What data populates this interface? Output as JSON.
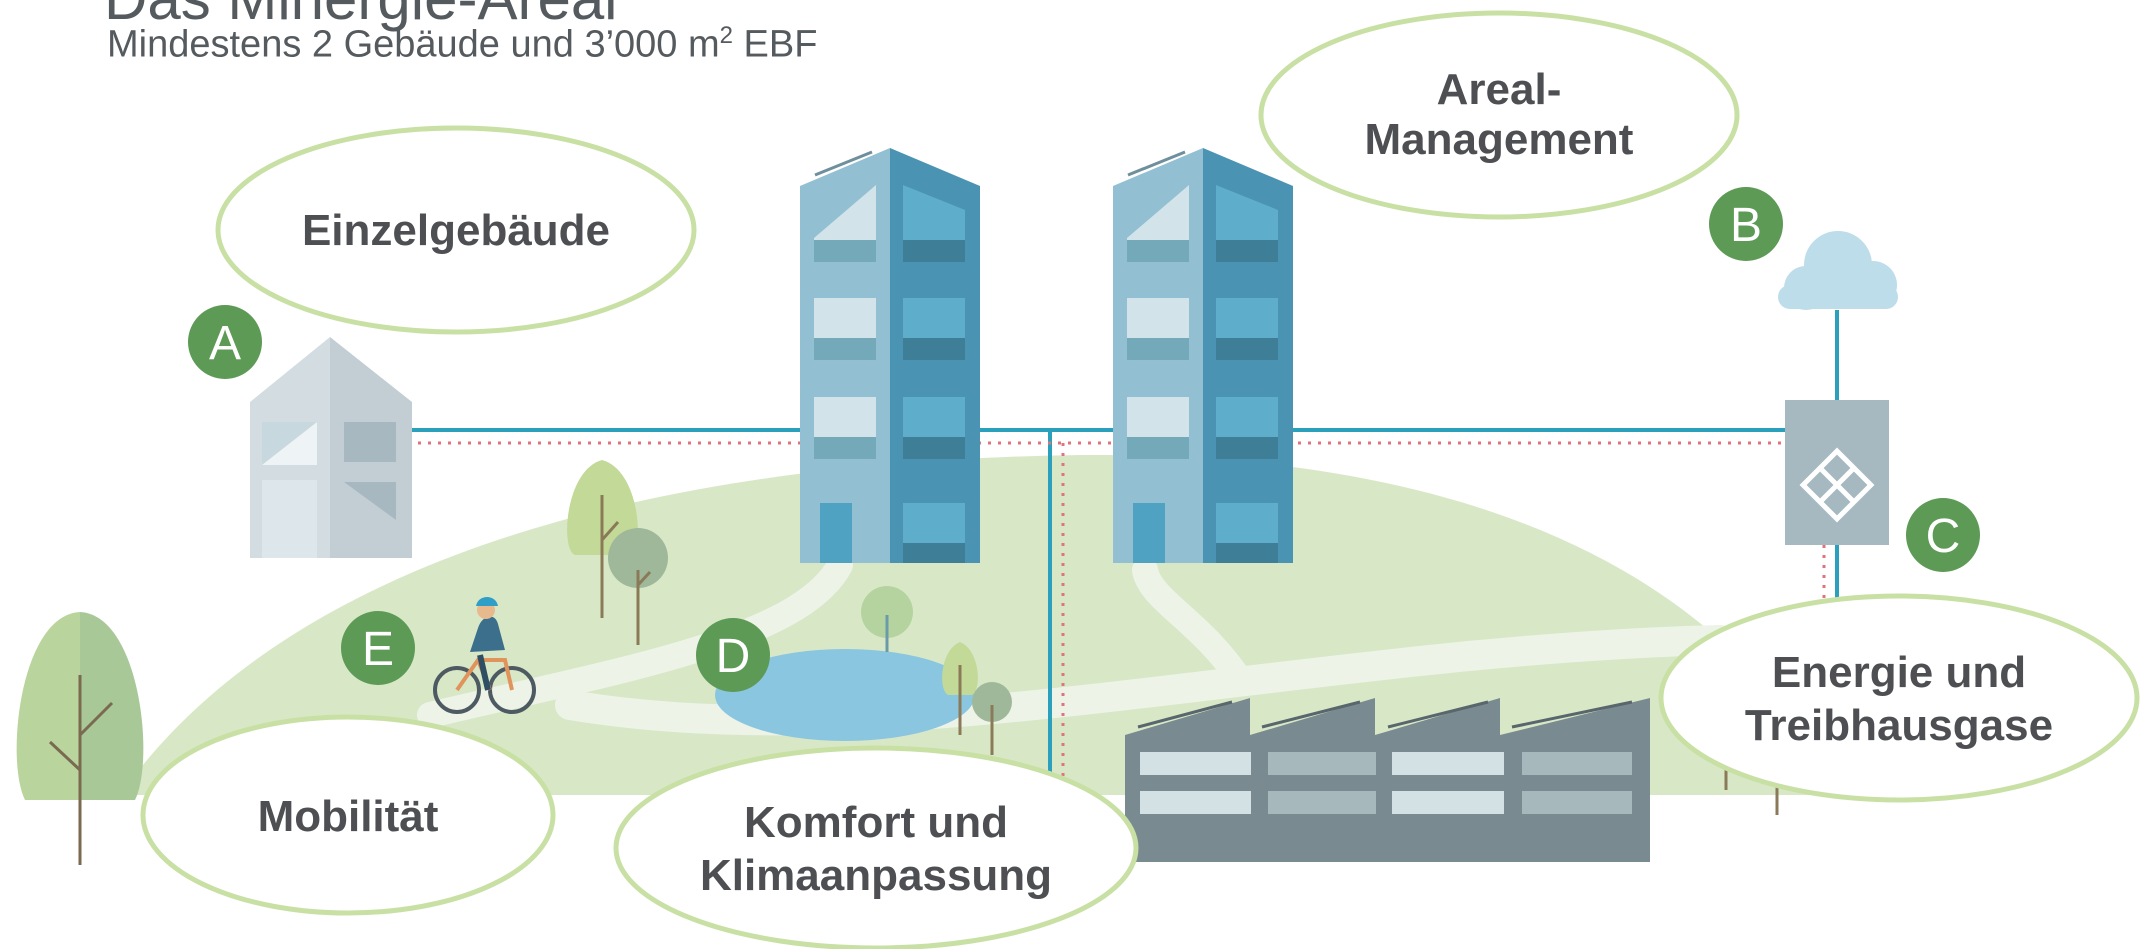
{
  "header": {
    "title": "Das Minergie-Areal",
    "subtitle_prefix": "Mindestens 2 Gebäude und 3’000 m",
    "subtitle_sup": "2",
    "subtitle_suffix": " EBF"
  },
  "bubbles": {
    "einzelgebaeude": [
      "Einzelgebäude"
    ],
    "areal_management": [
      "Areal-",
      "Management"
    ],
    "energie": [
      "Energie und",
      "Treibhausgase"
    ],
    "mobilitaet": [
      "Mobilität"
    ],
    "komfort": [
      "Komfort und",
      "Klimaanpassung"
    ]
  },
  "badges": {
    "a": "A",
    "b": "B",
    "c": "C",
    "d": "D",
    "e": "E"
  },
  "colors": {
    "badge_green": "#5c9a55",
    "bubble_border": "#c9e0a5",
    "line_blue": "#2aa0bd",
    "line_red_dotted": "#e0737b",
    "ground": "#d8e8c7",
    "path": "#eef3e8",
    "pond": "#8ac6e0",
    "factory": "#7a8a91",
    "building_light": "#92bfd2",
    "building_dark": "#4a93b2"
  }
}
